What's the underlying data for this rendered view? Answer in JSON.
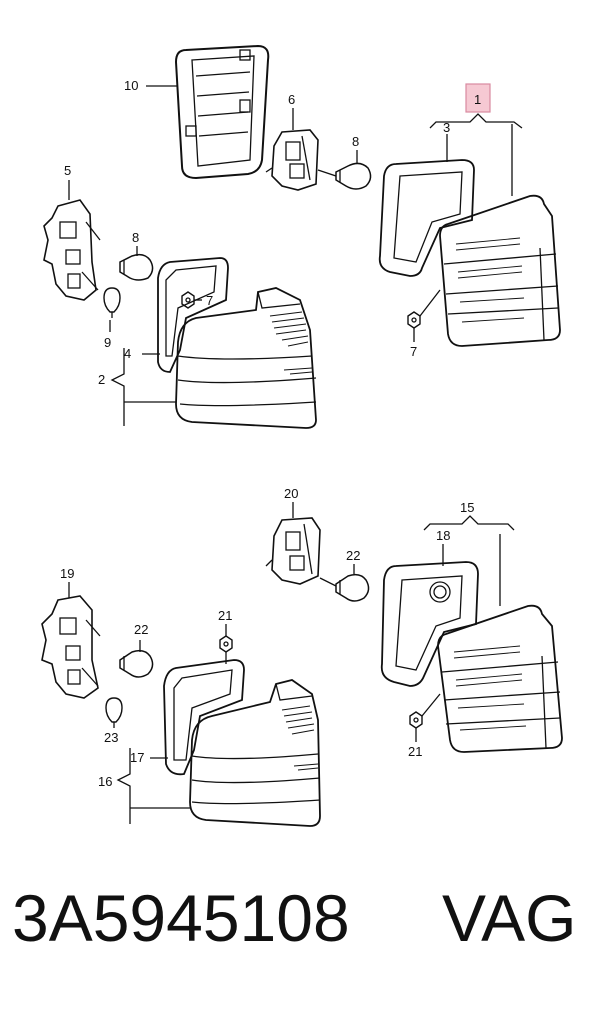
{
  "callouts": {
    "c1": "1",
    "c2": "2",
    "c3": "3",
    "c4": "4",
    "c5": "5",
    "c6": "6",
    "c7a": "7",
    "c7b": "7",
    "c8a": "8",
    "c8b": "8",
    "c9": "9",
    "c10": "10",
    "c15": "15",
    "c16": "16",
    "c17": "17",
    "c18": "18",
    "c19": "19",
    "c20": "20",
    "c21a": "21",
    "c21b": "21",
    "c22a": "22",
    "c22b": "22",
    "c23": "23"
  },
  "caption": {
    "part_number": "3A5945108",
    "brand": "VAG"
  },
  "colors": {
    "highlight_fill": "#f6c9d3",
    "highlight_stroke": "#d98aa0",
    "line": "#111111"
  }
}
